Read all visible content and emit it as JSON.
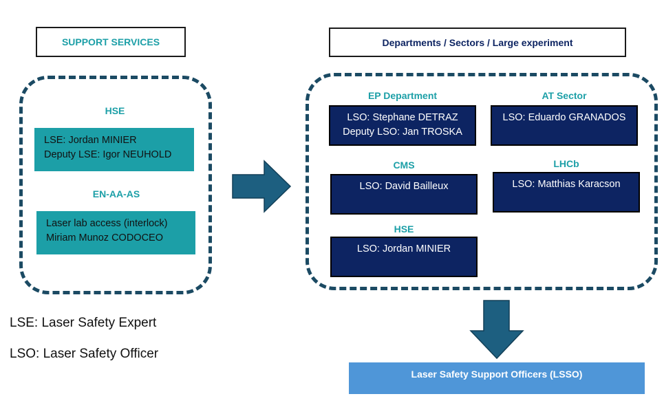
{
  "support": {
    "header": "SUPPORT SERVICES",
    "hse": {
      "title": "HSE",
      "line1": "LSE: Jordan MINIER",
      "line2": "Deputy LSE: Igor NEUHOLD"
    },
    "en": {
      "title": "EN-AA-AS",
      "line1": "Laser lab access (interlock)",
      "line2": "Miriam Munoz CODOCEO"
    }
  },
  "departments": {
    "header": "Departments / Sectors / Large experiment",
    "ep": {
      "title": "EP Department",
      "line1": "LSO: Stephane DETRAZ",
      "line2": "Deputy LSO: Jan TROSKA"
    },
    "at": {
      "title": "AT Sector",
      "line1": "LSO: Eduardo GRANADOS"
    },
    "cms": {
      "title": "CMS",
      "line1": "LSO: David Bailleux"
    },
    "lhcb": {
      "title": "LHCb",
      "line1": "LSO: Matthias Karacson"
    },
    "hse": {
      "title": "HSE",
      "line1": "LSO: Jordan MINIER"
    }
  },
  "legend": {
    "lse": "LSE: Laser Safety Expert",
    "lso": "LSO: Laser Safety Officer"
  },
  "lsso": {
    "label": "Laser Safety Support Officers (LSSO)"
  },
  "colors": {
    "teal": "#1c9fa7",
    "navy": "#0d2462",
    "arrow": "#1d5f80",
    "dashed_border": "#1b4a63",
    "lsso_blue": "#4f96d8"
  }
}
